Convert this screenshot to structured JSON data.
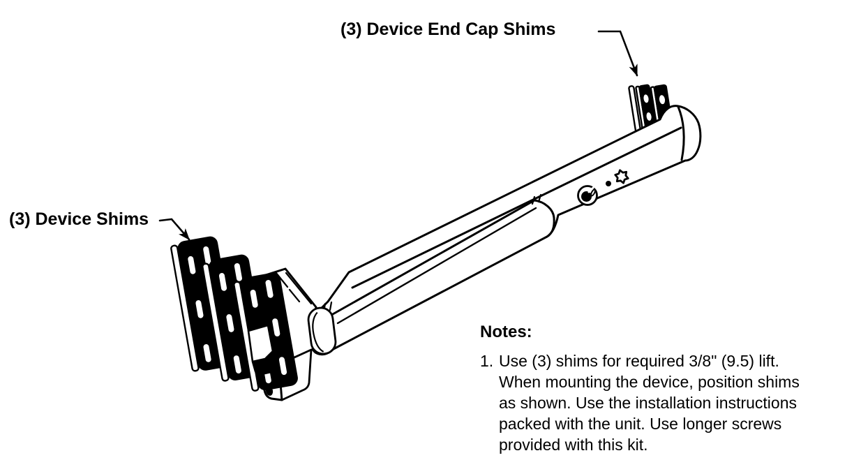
{
  "figure": {
    "labels": {
      "end_cap_shims": "(3) Device End Cap Shims",
      "device_shims": "(3) Device Shims"
    },
    "notes": {
      "heading": "Notes:",
      "items": [
        {
          "number": "1.",
          "lines": [
            "Use (3) shims for required 3/8\" (9.5) lift.",
            "When mounting the device, position shims",
            "as shown. Use the installation instructions",
            "packed with the unit. Use longer screws",
            "provided with this kit."
          ]
        }
      ]
    },
    "colors": {
      "line": "#000000",
      "background": "#ffffff",
      "shim_fill": "#000000"
    }
  }
}
